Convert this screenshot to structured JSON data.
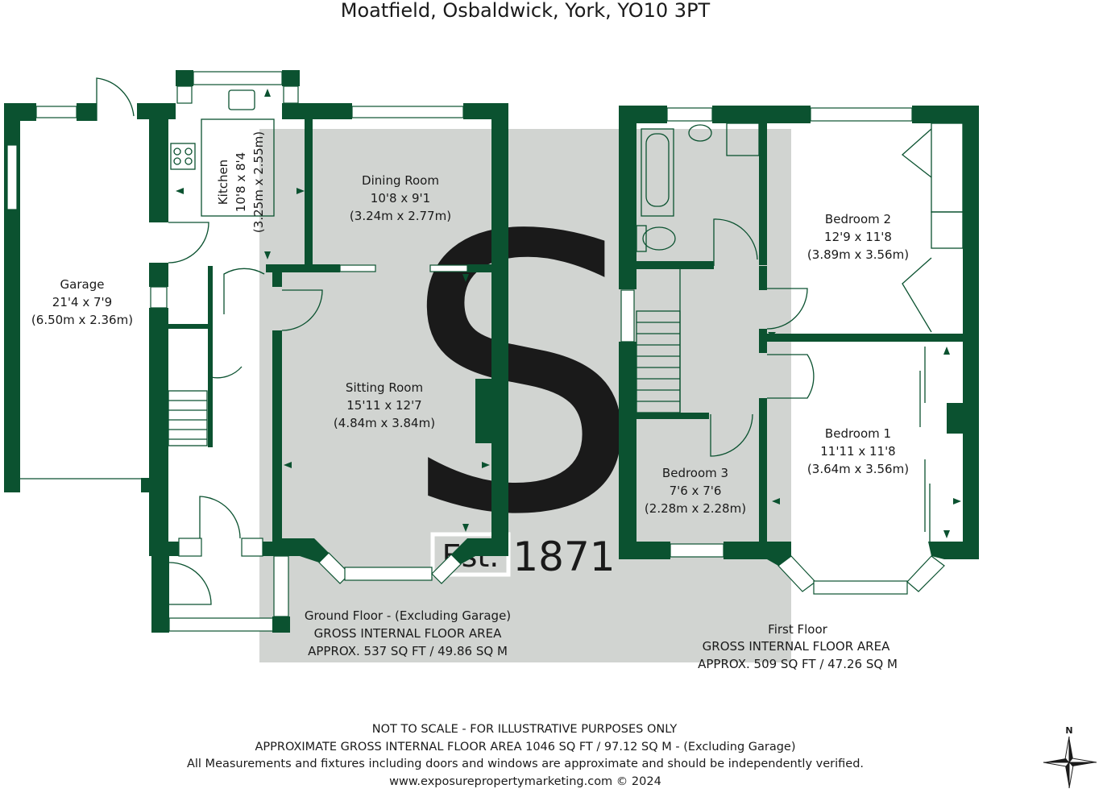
{
  "title": "Moatfield, Osbaldwick, York, YO10 3PT",
  "watermark": {
    "badge": "Est.",
    "year": "1871",
    "letter": "S"
  },
  "rooms": {
    "garage": {
      "name": "Garage",
      "imperial": "21'4 x 7'9",
      "metric": "(6.50m x 2.36m)"
    },
    "kitchen": {
      "name": "Kitchen",
      "imperial": "10'8 x 8'4",
      "metric": "(3.25m x 2.55m)"
    },
    "dining": {
      "name": "Dining Room",
      "imperial": "10'8 x 9'1",
      "metric": "(3.24m x 2.77m)"
    },
    "sitting": {
      "name": "Sitting Room",
      "imperial": "15'11 x 12'7",
      "metric": "(4.84m x 3.84m)"
    },
    "bedroom2": {
      "name": "Bedroom 2",
      "imperial": "12'9 x 11'8",
      "metric": "(3.89m x 3.56m)"
    },
    "bedroom1": {
      "name": "Bedroom 1",
      "imperial": "11'11 x 11'8",
      "metric": "(3.64m x 3.56m)"
    },
    "bedroom3": {
      "name": "Bedroom 3",
      "imperial": "7'6 x 7'6",
      "metric": "(2.28m x 2.28m)"
    }
  },
  "ground_floor": {
    "line1": "Ground Floor - (Excluding Garage)",
    "line2": "GROSS INTERNAL FLOOR AREA",
    "line3": "APPROX. 537 SQ FT / 49.86 SQ M"
  },
  "first_floor": {
    "line1": "First Floor",
    "line2": "GROSS INTERNAL FLOOR AREA",
    "line3": "APPROX. 509 SQ FT / 47.26 SQ M"
  },
  "footer": {
    "line1": "NOT TO SCALE - FOR ILLUSTRATIVE PURPOSES ONLY",
    "line2": "APPROXIMATE GROSS INTERNAL FLOOR AREA 1046 SQ FT / 97.12 SQ M - (Excluding Garage)",
    "line3": "All Measurements and fixtures including doors and windows are approximate and should be independently verified.",
    "line4": "www.exposurepropertymarketing.com © 2024"
  },
  "compass": {
    "label": "N",
    "icon": "compass-rose-icon"
  },
  "colors": {
    "wall": "#0b5230",
    "watermark": "#c9cdc9"
  }
}
